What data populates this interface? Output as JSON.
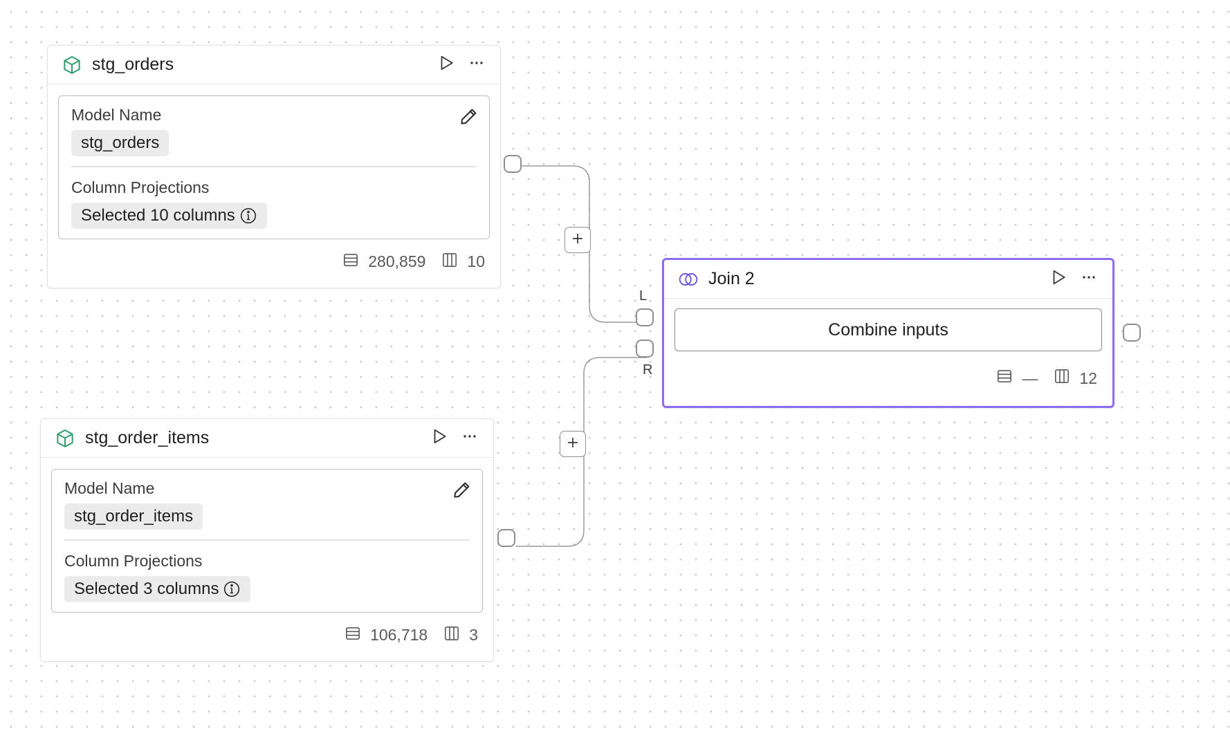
{
  "colors": {
    "model_icon": "#2e9d6d",
    "join_icon": "#6b4fe0",
    "selected_border": "#8b6cf2"
  },
  "nodes": {
    "stg_orders": {
      "icon": "cube-icon",
      "title": "stg_orders",
      "model_name_label": "Model Name",
      "model_name_value": "stg_orders",
      "projections_label": "Column Projections",
      "projections_value": "Selected 10 columns",
      "rows": "280,859",
      "columns": "10"
    },
    "stg_order_items": {
      "icon": "cube-icon",
      "title": "stg_order_items",
      "model_name_label": "Model Name",
      "model_name_value": "stg_order_items",
      "projections_label": "Column Projections",
      "projections_value": "Selected 3 columns",
      "rows": "106,718",
      "columns": "3"
    },
    "join": {
      "icon": "join-circles-icon",
      "title": "Join 2",
      "action": "Combine inputs",
      "rows": "—",
      "columns": "12",
      "selected": true
    }
  },
  "ports": {
    "left_label": "L",
    "right_label": "R"
  }
}
